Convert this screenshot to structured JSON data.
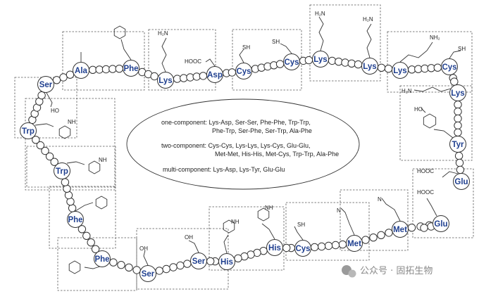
{
  "residues": [
    {
      "id": "ala-1",
      "label": "Ala"
    },
    {
      "id": "phe-1",
      "label": "Phe"
    },
    {
      "id": "lys-1",
      "label": "Lys"
    },
    {
      "id": "asp-1",
      "label": "Asp"
    },
    {
      "id": "cys-1",
      "label": "Cys"
    },
    {
      "id": "cys-2",
      "label": "Cys"
    },
    {
      "id": "lys-2",
      "label": "Lys"
    },
    {
      "id": "lys-3",
      "label": "Lys"
    },
    {
      "id": "lys-4",
      "label": "Lys"
    },
    {
      "id": "cys-3",
      "label": "Cys"
    },
    {
      "id": "lys-5",
      "label": "Lys"
    },
    {
      "id": "tyr-1",
      "label": "Tyr"
    },
    {
      "id": "glu-1",
      "label": "Glu"
    },
    {
      "id": "glu-2",
      "label": "Glu"
    },
    {
      "id": "met-1",
      "label": "Met"
    },
    {
      "id": "met-2",
      "label": "Met"
    },
    {
      "id": "cys-4",
      "label": "Cys"
    },
    {
      "id": "his-1",
      "label": "His"
    },
    {
      "id": "his-2",
      "label": "His"
    },
    {
      "id": "ser-1",
      "label": "Ser"
    },
    {
      "id": "ser-2",
      "label": "Ser"
    },
    {
      "id": "phe-2",
      "label": "Phe"
    },
    {
      "id": "phe-3",
      "label": "Phe"
    },
    {
      "id": "trp-1",
      "label": "Trp"
    },
    {
      "id": "trp-2",
      "label": "Trp"
    },
    {
      "id": "ser-3",
      "label": "Ser"
    }
  ],
  "group_labels": {
    "nh2": "NH₂",
    "h2n": "H₂N",
    "hooc": "HOOC",
    "sh": "SH",
    "oh": "OH",
    "ho": "HO",
    "nh": "NH",
    "n": "N"
  },
  "legend": {
    "one_component_l1": "one-component: Lys-Asp, Ser-Ser, Phe-Phe, Trp-Trp,",
    "one_component_l2": "Phe-Trp, Ser-Phe, Ser-Trp, Ala-Phe",
    "two_component_l1": "two-component:  Cys-Cys, Lys-Lys, Lys-Cys, Glu-Glu,",
    "two_component_l2": "Met-Met, His-His, Met-Cys, Trp-Trp, Ala-Phe",
    "multi_component": "multi-component: Lys-Asp, Lys-Tyr, Glu-Glu"
  },
  "watermark": "公众号 · 固拓生物",
  "colors": {
    "residue_text": "#1f3f8f",
    "line": "#333333",
    "box": "#555555"
  }
}
